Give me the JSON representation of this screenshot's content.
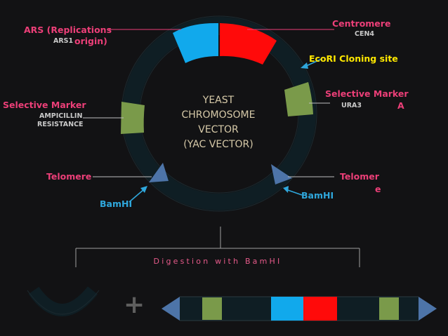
{
  "diagram": {
    "center_title": [
      "YEAST",
      "CHROMOSOME",
      "VECTOR",
      "(YAC VECTOR)"
    ],
    "labels": {
      "ars": [
        "ARS (Replications",
        "origin)"
      ],
      "ars_sub": "ARS1",
      "centromere": "Centromere",
      "centromere_sub": "CEN4",
      "ecori": "EcoRI Cloning site",
      "selective_right": "Selective Marker",
      "selective_right_suffix": "A",
      "selective_right_sub": "URA3",
      "selective_left": "Selective Marker",
      "selective_left_sub": [
        "AMPICILLIN",
        "RESISTANCE"
      ],
      "telomere_left": "Telomere",
      "telomere_right": [
        "Telomer",
        "e"
      ],
      "bamhi_left": "BamHI",
      "bamhi_right": "BamHI"
    },
    "digestion_text": "Digestion with BamHI",
    "plus_sign": "+",
    "colors": {
      "background": "#121214",
      "ring": "#0f1e24",
      "ars_block": "#11a9ec",
      "centromere_block": "#ff0a0a",
      "marker_block": "#7a9a4a",
      "telomere_arrow": "#4d74a8",
      "pink_label": "#ec3f78",
      "blue_label": "#2fa7dc",
      "yellow_label": "#ffe800"
    }
  }
}
